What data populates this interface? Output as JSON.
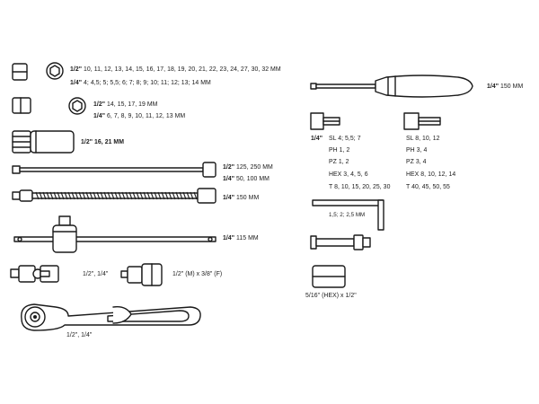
{
  "sockets_large": {
    "size": "1/2\"",
    "values": "10, 11, 12, 13, 14, 15, 16, 17, 18, 19, 20, 21, 22, 23, 24, 27, 30, 32 MM"
  },
  "sockets_small": {
    "size": "1/4\"",
    "values": "4; 4,5; 5; 5,5; 6; 7; 8; 9; 10; 11; 12; 13; 14 MM"
  },
  "deep_large": {
    "size": "1/2\"",
    "values": "14, 15, 17, 19 MM"
  },
  "deep_small": {
    "size": "1/4\"",
    "values": "6, 7, 8, 9, 10, 11, 12, 13 MM"
  },
  "spark_plug": {
    "label": "1/2\" 16, 21 MM"
  },
  "extension_large": {
    "size": "1/2\"",
    "values": "125, 250 MM"
  },
  "extension_small": {
    "size": "1/4\"",
    "values": "50, 100 MM"
  },
  "flex_extension": {
    "size": "1/4\"",
    "values": "150 MM"
  },
  "t_bar": {
    "size": "1/4\"",
    "values": "115 MM"
  },
  "universal_joint": {
    "label": "1/2\", 1/4\""
  },
  "adapter": {
    "label": "1/2\" (M) x 3/8\" (F)"
  },
  "ratchet": {
    "label": "1/2\", 1/4\""
  },
  "screwdriver": {
    "size": "1/4\"",
    "values": "150 MM"
  },
  "bits_left": {
    "size": "1/4\"",
    "lines": [
      "SL 4; 5,5; 7",
      "PH 1, 2",
      "PZ 1, 2",
      "HEX 3, 4, 5, 6",
      "T 8, 10, 15, 20, 25, 30"
    ]
  },
  "bits_right": {
    "lines": [
      "SL 8, 10, 12",
      "PH 3, 4",
      "PZ 3, 4",
      "HEX 8, 10, 12, 14",
      "T 40, 45, 50, 55"
    ]
  },
  "hex_keys": {
    "label": "1,5; 2; 2,5 MM"
  },
  "bit_adapter": {
    "label": "5/16\" (HEX) x 1/2\""
  }
}
